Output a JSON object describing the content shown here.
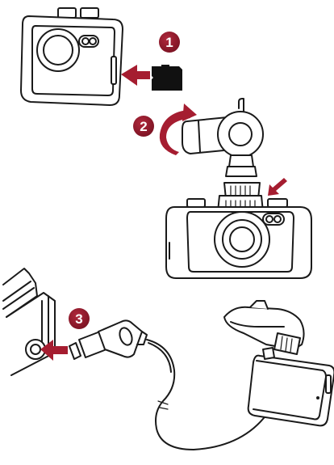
{
  "steps": [
    {
      "number": "1"
    },
    {
      "number": "2"
    },
    {
      "number": "3"
    }
  ],
  "colors": {
    "badge": "#8c1a2b",
    "arrow": "#a51d30",
    "line": "#1a1a1a",
    "card": "#111111"
  },
  "icons": [
    "dashcam-icon",
    "microsd-card-icon",
    "suction-mount-icon",
    "car-charger-icon",
    "power-cable-icon"
  ]
}
